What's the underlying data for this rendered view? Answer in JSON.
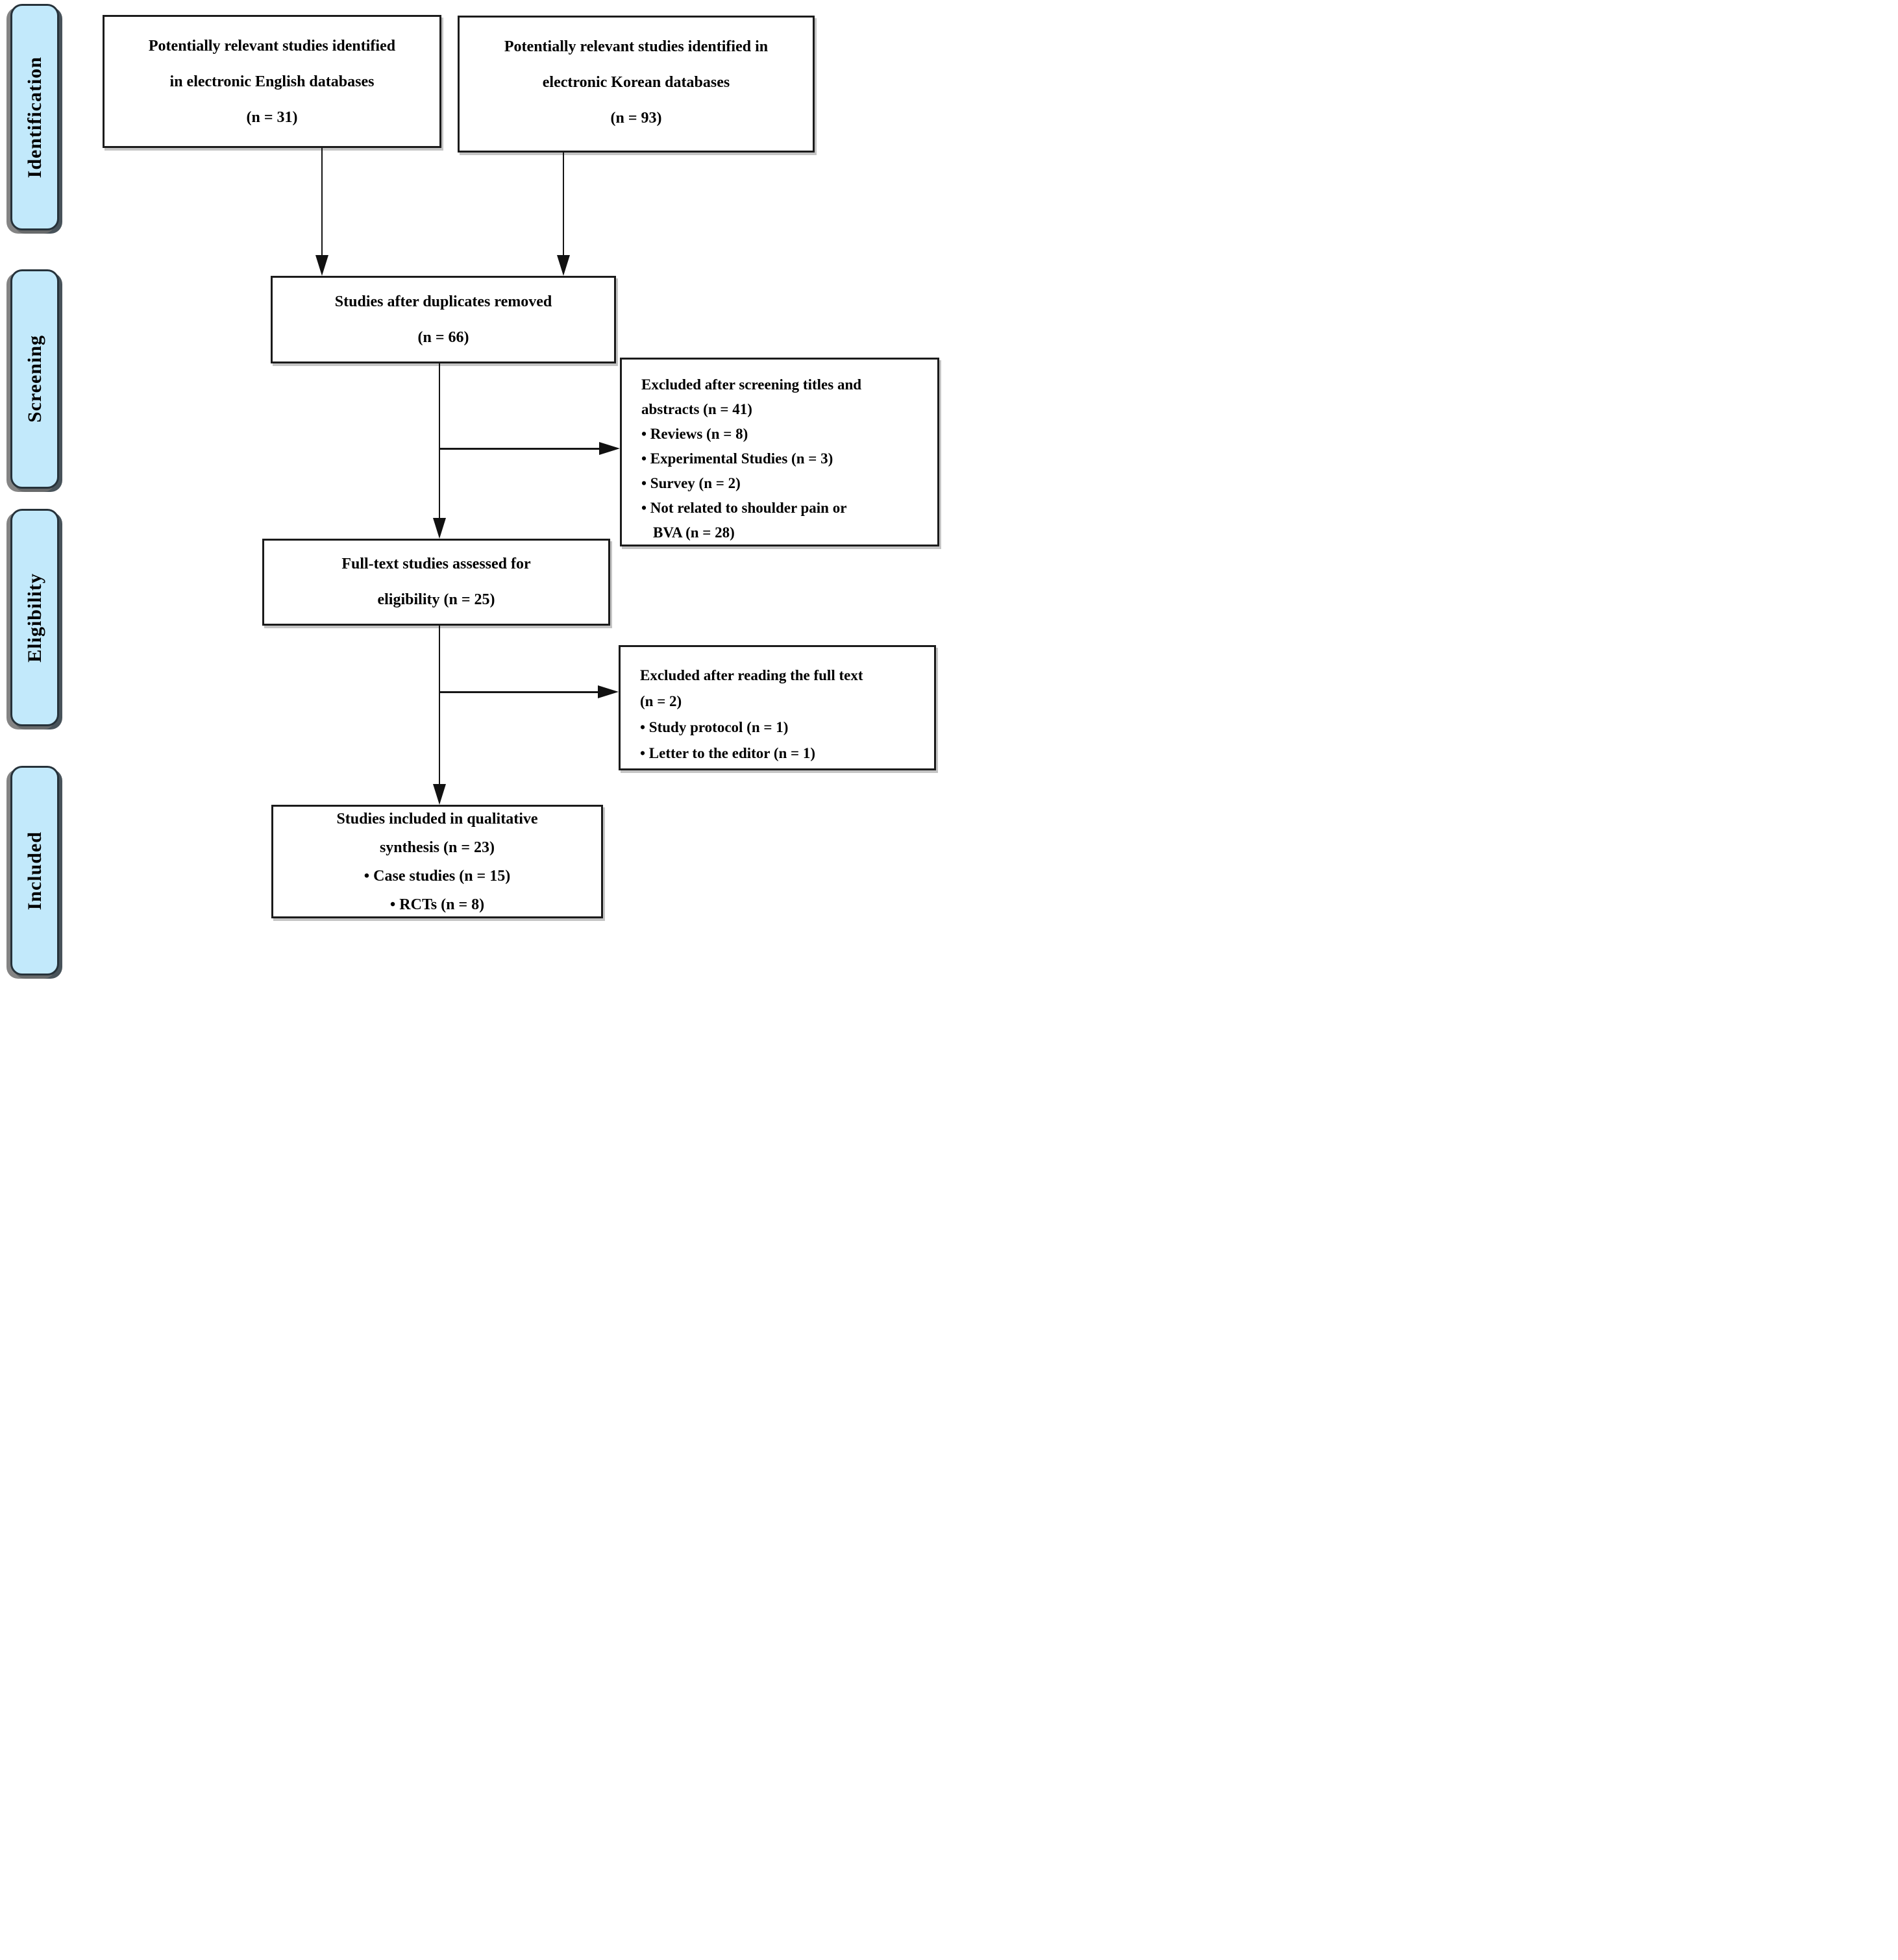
{
  "figure": {
    "kind": "prisma-flow-diagram",
    "background_color": "#ffffff",
    "stage_fill_color": "#c2e9fb",
    "stage_border_color": "#26323a",
    "box_border_color": "#1b1b1b",
    "text_color": "#000000"
  },
  "stages": [
    {
      "label": "Identification"
    },
    {
      "label": "Screening"
    },
    {
      "label": "Eligibility"
    },
    {
      "label": "Included"
    }
  ],
  "boxes": {
    "identified_english": {
      "lines": [
        "Potentially relevant studies identified",
        "in electronic English databases",
        "(n = 31)"
      ]
    },
    "identified_korean": {
      "lines": [
        "Potentially relevant studies identified in",
        "electronic Korean databases",
        "(n = 93)"
      ]
    },
    "duplicates_removed": {
      "lines": [
        "Studies after duplicates removed",
        "(n = 66)"
      ]
    },
    "excluded_screening": {
      "lines": [
        "Excluded after screening titles and",
        "abstracts (n = 41)",
        "• Reviews (n = 8)",
        "• Experimental Studies (n = 3)",
        "• Survey (n = 2)",
        "• Not related to shoulder pain or",
        "BVA (n = 28)"
      ]
    },
    "fulltext_assessed": {
      "lines": [
        "Full-text studies assessed for",
        "eligibility (n = 25)"
      ]
    },
    "excluded_fulltext": {
      "lines": [
        "Excluded after reading the full text",
        "(n = 2)",
        "• Study protocol (n = 1)",
        "• Letter to the editor (n = 1)"
      ]
    },
    "included_synthesis": {
      "lines": [
        "Studies included in qualitative",
        "synthesis (n = 23)",
        "• Case studies (n = 15)",
        "• RCTs (n = 8)"
      ]
    }
  }
}
